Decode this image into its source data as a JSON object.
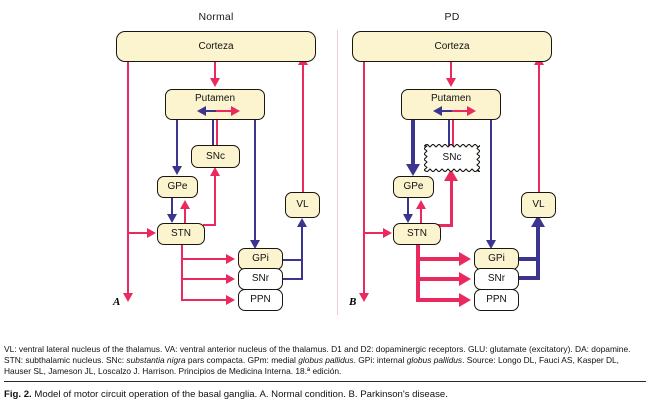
{
  "figure": {
    "panels": [
      {
        "id": "normal",
        "title": "Normal",
        "letter": "A",
        "nodes": {
          "cortex": "Corteza",
          "putamen": "Putamen",
          "snc": "SNc",
          "gpe": "GPe",
          "stn": "STN",
          "gpi": "GPi",
          "snr": "SNr",
          "ppn": "PPN",
          "vl": "VL"
        }
      },
      {
        "id": "pd",
        "title": "PD",
        "letter": "B",
        "nodes": {
          "cortex": "Corteza",
          "putamen": "Putamen",
          "snc": "SNc",
          "gpe": "GPe",
          "stn": "STN",
          "gpi": "GPi",
          "snr": "SNr",
          "ppn": "PPN",
          "vl": "VL"
        }
      }
    ],
    "colors": {
      "excitatory_red": "#ea2a5f",
      "inhibitory_blue": "#3b3590",
      "node_fill": "#fbf4cf",
      "node_fill_white": "#ffffff",
      "node_stroke": "#17160f",
      "divider": "#f2c9d8"
    },
    "legend": {
      "line1": "VL: ventral lateral nucleus of the thalamus. VA: ventral anterior nucleus of the thalamus. D1 and D2: dopaminergic receptors. GLU: glutamate (excitatory). DA: dopamine. STN: subthalamic nucleus. SNc: ",
      "line1_italic": "substantia nigra",
      "line1_cont": " pars compacta. GPm: medial ",
      "line1_italic2": "globus pallidus",
      "line1_cont2": ". GPi: internal ",
      "line1_italic3": "globus pallidus",
      "line1_end": ".",
      "source": "Source: Longo DL, Fauci AS, Kasper DL, Hauser SL, Jameson JL, Loscalzo J. Harrison. Principios de Medicina Interna. 18.ª edición."
    },
    "caption": {
      "label": "Fig. 2.",
      "text": "Model of motor circuit operation of the basal ganglia. A. Normal condition. B. Parkinson's disease."
    }
  }
}
